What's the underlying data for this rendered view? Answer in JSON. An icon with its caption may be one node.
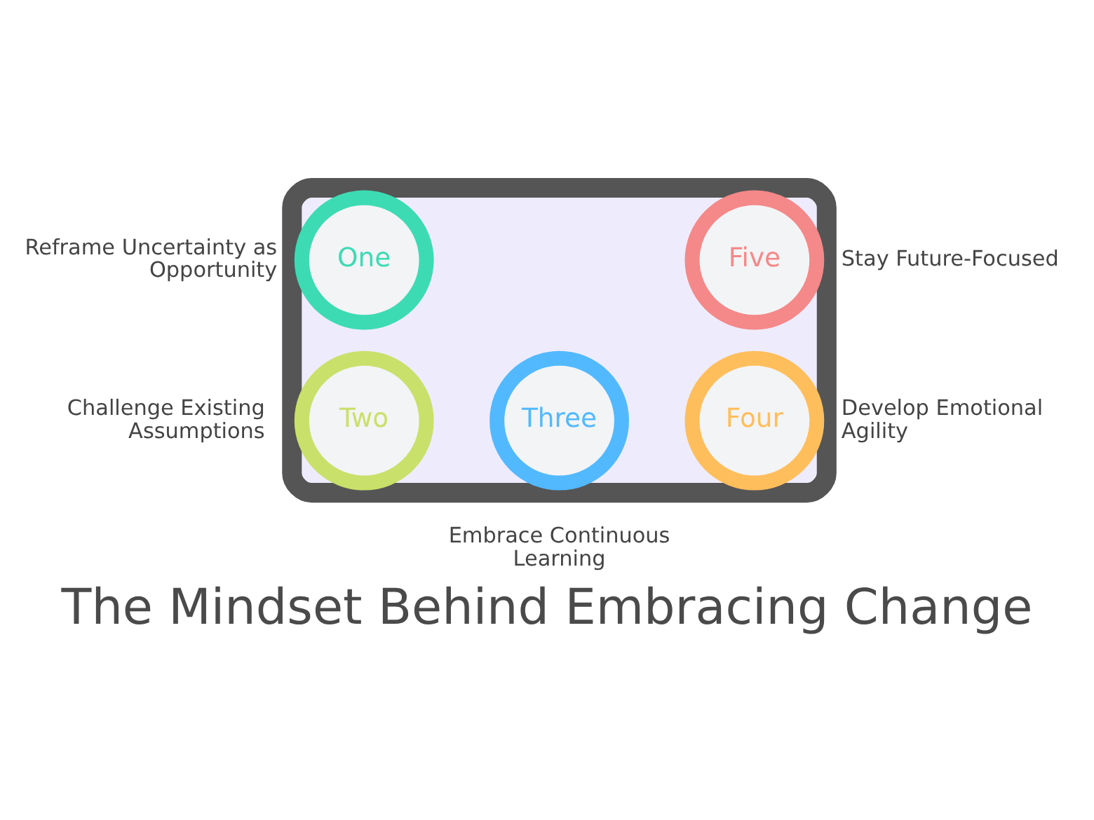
{
  "diagram": {
    "title": "The Mindset Behind Embracing Change",
    "nodes": [
      {
        "text": [],
        "shape": "bulb"
      },
      {
        "text": [
          "One"
        ],
        "in": 0,
        "beside": [
          "Reframe Uncertainty as Opportunity"
        ]
      },
      {
        "text": [
          "Two"
        ],
        "in": 0,
        "beside": [
          "Challenge Existing Assumptions"
        ]
      },
      {
        "text": [
          "Three"
        ],
        "in": 0,
        "beside": [
          "Embrace Continuous Learning"
        ]
      },
      {
        "text": [
          "Four"
        ],
        "in": 0,
        "beside": [
          "Develop Emotional Agility"
        ]
      },
      {
        "text": [
          "Five"
        ],
        "in": 0,
        "beside": [
          "Stay Future-Focused"
        ]
      }
    ],
    "edges": []
  }
}
